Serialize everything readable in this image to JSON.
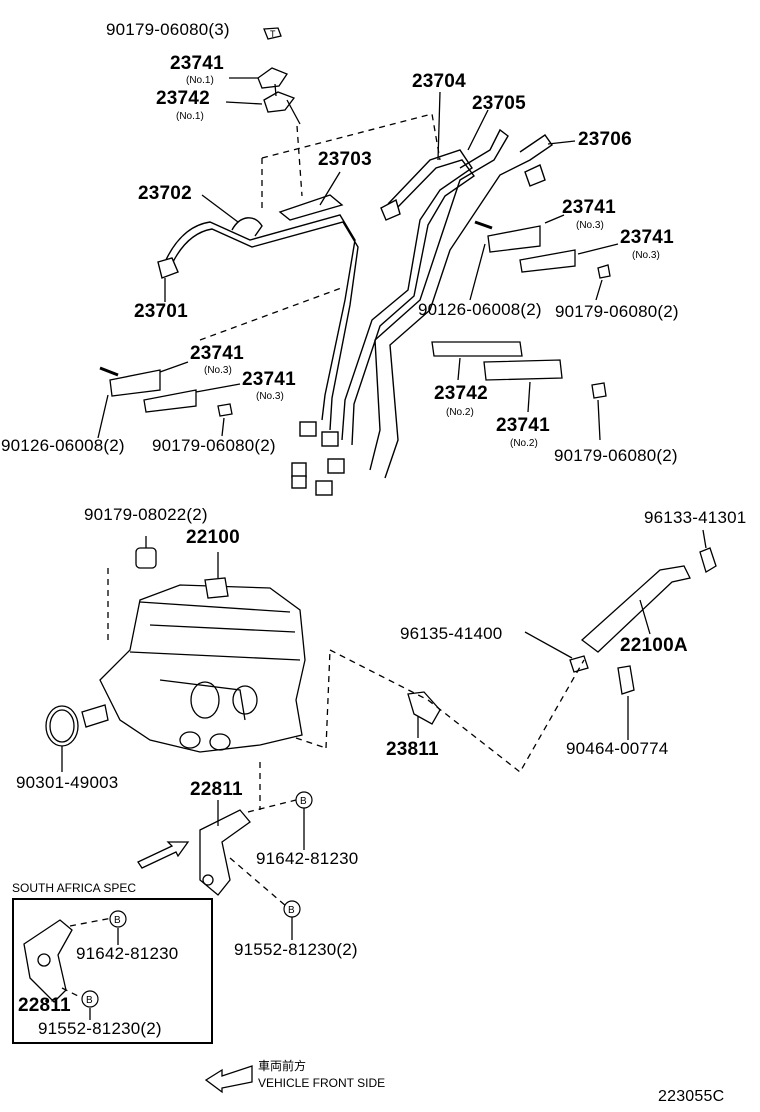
{
  "labels": {
    "p90179_06080_3": "90179-06080(3)",
    "p23741_a": "23741",
    "no1_a": "(No.1)",
    "p23742_a": "23742",
    "no1_b": "(No.1)",
    "p23704": "23704",
    "p23705": "23705",
    "p23706": "23706",
    "p23703": "23703",
    "p23702": "23702",
    "p23701": "23701",
    "p23741_b": "23741",
    "no3_b": "(No.3)",
    "p23741_c": "23741",
    "no3_c": "(No.3)",
    "p90126_06008_2_a": "90126-06008(2)",
    "p90179_06080_2_a": "90179-06080(2)",
    "p23741_d": "23741",
    "no3_d": "(No.3)",
    "p23741_e": "23741",
    "no3_e": "(No.3)",
    "p90126_06008_2_b": "90126-06008(2)",
    "p90179_06080_2_b": "90179-06080(2)",
    "p23742_b": "23742",
    "no2_a": "(No.2)",
    "p23741_f": "23741",
    "no2_b": "(No.2)",
    "p90179_06080_2_c": "90179-06080(2)",
    "p90179_08022_2": "90179-08022(2)",
    "p22100": "22100",
    "p96133_41301": "96133-41301",
    "p96135_41400": "96135-41400",
    "p22100A": "22100A",
    "p23811": "23811",
    "p90464_00774": "90464-00774",
    "p90301_49003": "90301-49003",
    "p22811_a": "22811",
    "p91642_81230_a": "91642-81230",
    "p91552_81230_2_a": "91552-81230(2)",
    "south_africa": "SOUTH AFRICA SPEC",
    "p91642_81230_b": "91642-81230",
    "p22811_b": "22811",
    "p91552_81230_2_b": "91552-81230(2)",
    "front_jp": "車両前方",
    "front_en": "VEHICLE FRONT SIDE",
    "figure_id": "223055C"
  },
  "markers": {
    "t": "T",
    "b": "B"
  }
}
